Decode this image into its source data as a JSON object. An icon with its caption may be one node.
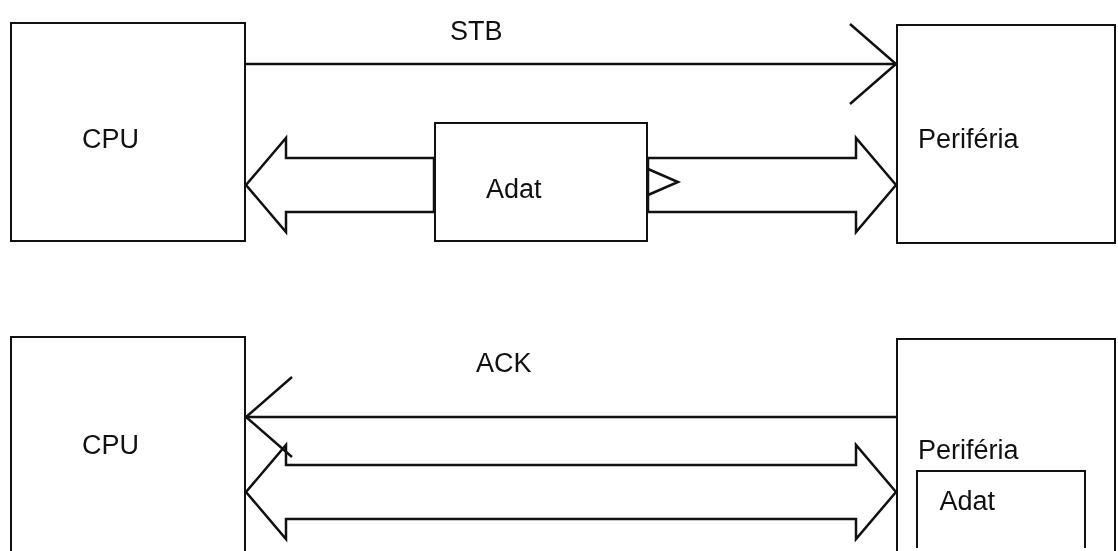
{
  "diagram": {
    "nodes": [
      {
        "text": [
          "CPU"
        ]
      },
      {
        "text": [
          "Adat"
        ]
      },
      {
        "text": [
          "Periféria"
        ]
      },
      {
        "text": [
          "CPU"
        ]
      },
      {
        "text": [
          "Periféria"
        ]
      },
      {
        "text": [
          "Adat"
        ],
        "in": 4
      }
    ],
    "edges": [
      {
        "from": 0,
        "to": 2,
        "arrow": "to",
        "label": "STB"
      },
      {
        "from": 1,
        "to": 0,
        "arrow": "to",
        "style": "thick"
      },
      {
        "from": 1,
        "to": 2,
        "arrow": "to",
        "style": "thick"
      },
      {
        "from": 4,
        "to": 3,
        "arrow": "to",
        "label": "ACK"
      },
      {
        "from": 3,
        "to": 4,
        "arrow": "both",
        "style": "thick"
      }
    ]
  }
}
